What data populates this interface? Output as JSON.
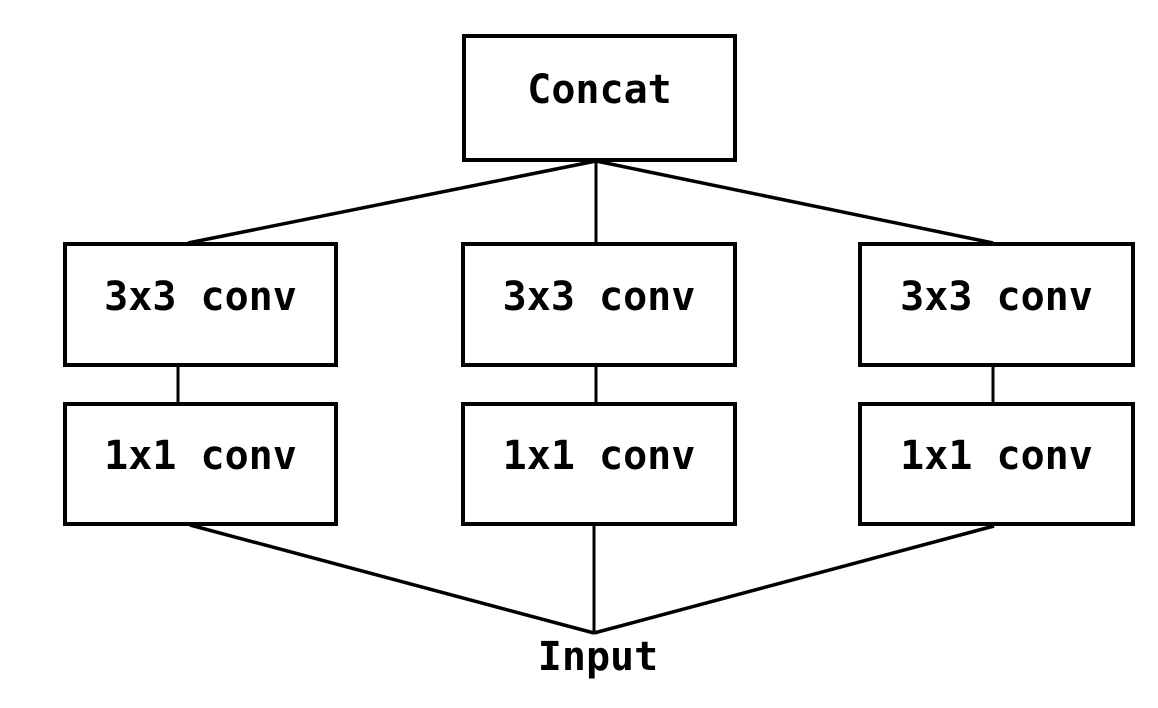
{
  "diagram": {
    "type": "neural-network-block-diagram",
    "output_node": {
      "label": "Concat"
    },
    "branches": [
      {
        "conv3x3_label": "3x3 conv",
        "conv1x1_label": "1x1 conv"
      },
      {
        "conv3x3_label": "3x3 conv",
        "conv1x1_label": "1x1 conv"
      },
      {
        "conv3x3_label": "3x3 conv",
        "conv1x1_label": "1x1 conv"
      }
    ],
    "input_node": {
      "label": "Input"
    },
    "colors": {
      "line": "#000000",
      "text": "#000000",
      "box_fill": "#ffffff",
      "background": "#ffffff"
    }
  }
}
